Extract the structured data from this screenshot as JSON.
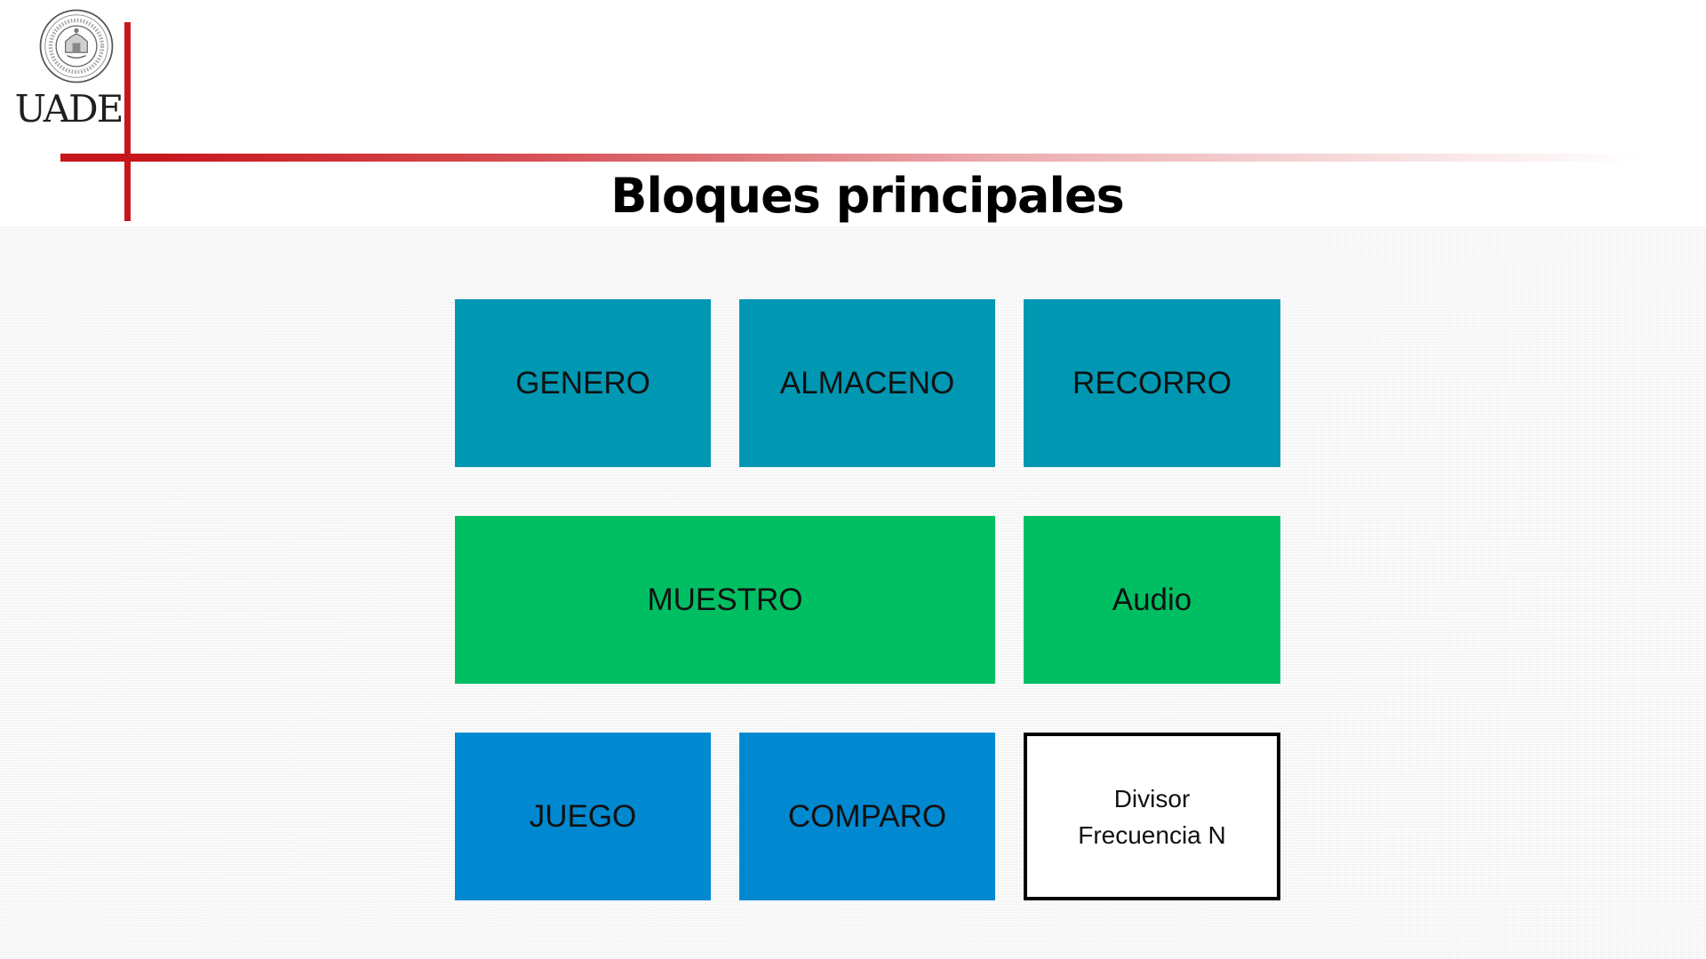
{
  "header": {
    "logo_text": "UADE",
    "title": "Bloques principales"
  },
  "colors": {
    "accent_red": "#c8161d",
    "teal": "#0097b2",
    "green": "#00bf63",
    "blue": "#0089d1",
    "outline": "#000000"
  },
  "blocks": {
    "genero": "GENERO",
    "almaceno": "ALMACENO",
    "recorro": "RECORRO",
    "muestro": "MUESTRO",
    "audio": "Audio",
    "juego": "JUEGO",
    "comparo": "COMPARO",
    "divisor": "Divisor\nFrecuencia N"
  },
  "icons": {
    "logo": "university-seal-icon"
  }
}
